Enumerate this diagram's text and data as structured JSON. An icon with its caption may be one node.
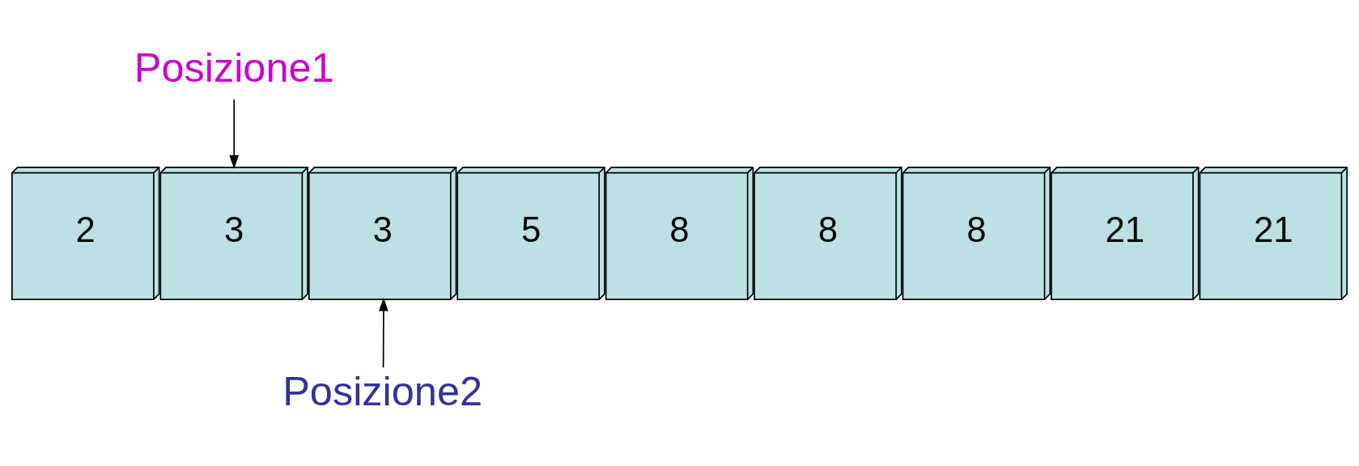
{
  "diagram": {
    "nodes": [
      {
        "text": [
          "2"
        ]
      },
      {
        "text": [
          "3"
        ]
      },
      {
        "text": [
          "3"
        ]
      },
      {
        "text": [
          "5"
        ]
      },
      {
        "text": [
          "8"
        ]
      },
      {
        "text": [
          "8"
        ]
      },
      {
        "text": [
          "8"
        ]
      },
      {
        "text": [
          "21"
        ]
      },
      {
        "text": [
          "21"
        ]
      },
      {
        "text": [
          "Posizione1"
        ]
      },
      {
        "text": [
          "Posizione2"
        ]
      }
    ],
    "edges": [
      {
        "from": 9,
        "to": 1,
        "arrow": "to"
      },
      {
        "from": 10,
        "to": 2,
        "arrow": "to"
      }
    ]
  }
}
